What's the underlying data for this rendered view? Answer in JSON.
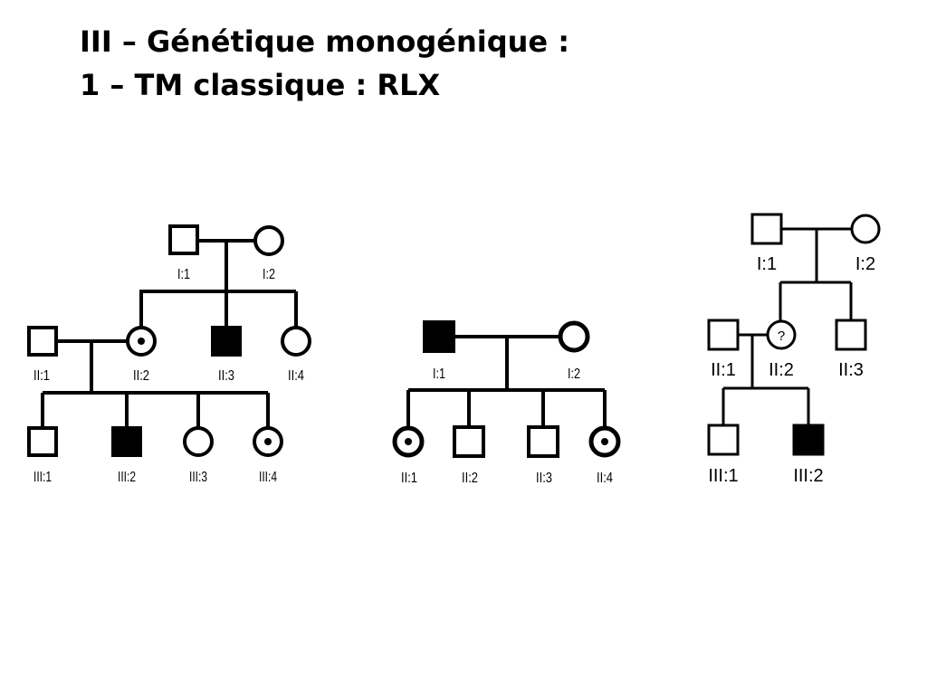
{
  "slide": {
    "title_line1": "III – Génétique monogénique :",
    "title_line2": "1 – TM classique : RLX"
  },
  "pedigrees": [
    {
      "id": "pedigree-1",
      "individuals": [
        {
          "label": "I:1",
          "sex": "male",
          "status": "unaffected"
        },
        {
          "label": "I:2",
          "sex": "female",
          "status": "unaffected"
        },
        {
          "label": "II:1",
          "sex": "male",
          "status": "unaffected"
        },
        {
          "label": "II:2",
          "sex": "female",
          "status": "carrier"
        },
        {
          "label": "II:3",
          "sex": "male",
          "status": "affected"
        },
        {
          "label": "II:4",
          "sex": "female",
          "status": "unaffected"
        },
        {
          "label": "III:1",
          "sex": "male",
          "status": "unaffected"
        },
        {
          "label": "III:2",
          "sex": "male",
          "status": "affected"
        },
        {
          "label": "III:3",
          "sex": "female",
          "status": "unaffected"
        },
        {
          "label": "III:4",
          "sex": "female",
          "status": "carrier"
        }
      ]
    },
    {
      "id": "pedigree-2",
      "individuals": [
        {
          "label": "I:1",
          "sex": "male",
          "status": "affected"
        },
        {
          "label": "I:2",
          "sex": "female",
          "status": "unaffected"
        },
        {
          "label": "II:1",
          "sex": "female",
          "status": "carrier"
        },
        {
          "label": "II:2",
          "sex": "male",
          "status": "unaffected"
        },
        {
          "label": "II:3",
          "sex": "male",
          "status": "unaffected"
        },
        {
          "label": "II:4",
          "sex": "female",
          "status": "carrier"
        }
      ]
    },
    {
      "id": "pedigree-3",
      "individuals": [
        {
          "label": "I:1",
          "sex": "male",
          "status": "unaffected"
        },
        {
          "label": "I:2",
          "sex": "female",
          "status": "unaffected"
        },
        {
          "label": "II:1",
          "sex": "male",
          "status": "unaffected"
        },
        {
          "label": "II:2",
          "sex": "female",
          "status": "unknown",
          "mark": "?"
        },
        {
          "label": "II:3",
          "sex": "male",
          "status": "unaffected"
        },
        {
          "label": "III:1",
          "sex": "male",
          "status": "unaffected"
        },
        {
          "label": "III:2",
          "sex": "male",
          "status": "affected"
        }
      ]
    }
  ],
  "colors": {
    "line": "#000000",
    "fill_affected": "#000000",
    "background": "#ffffff"
  }
}
